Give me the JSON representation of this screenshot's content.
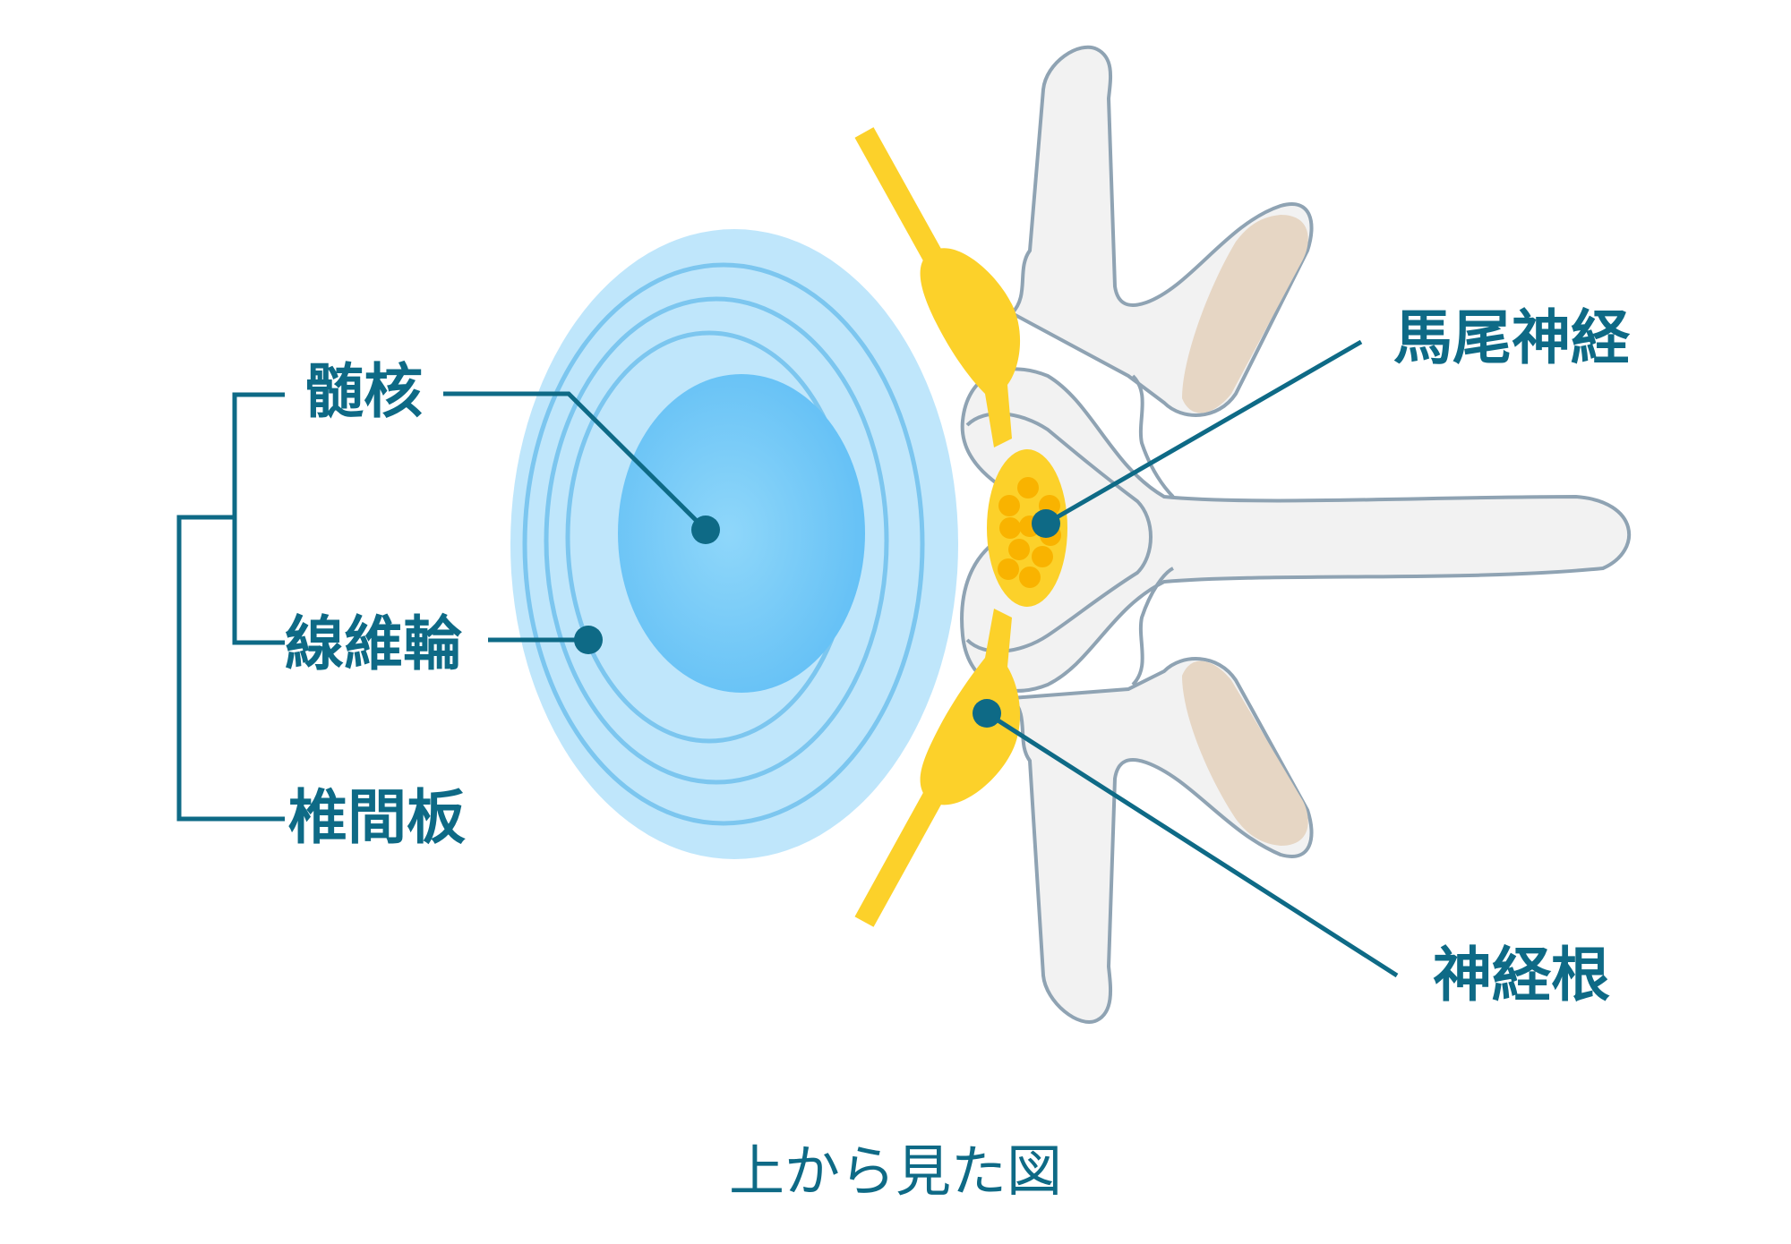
{
  "labels": {
    "nucleus_pulposus": "髄核",
    "annulus_fibrosus": "線維輪",
    "intervertebral_disc": "椎間板",
    "cauda_equina": "馬尾神経",
    "nerve_root": "神経根"
  },
  "caption": "上から見た図",
  "colors": {
    "label_text": "#0e6a86",
    "disc_outer": "#bfe6fb",
    "disc_ring": "#7cc6ef",
    "disc_core": "#68c4f6",
    "nerve": "#fcd12a",
    "nerve_bundle": "#f9b300",
    "bone_fill": "#f2f2f2",
    "bone_outline": "#8fa3b3",
    "facet": "#e6d6c4"
  }
}
